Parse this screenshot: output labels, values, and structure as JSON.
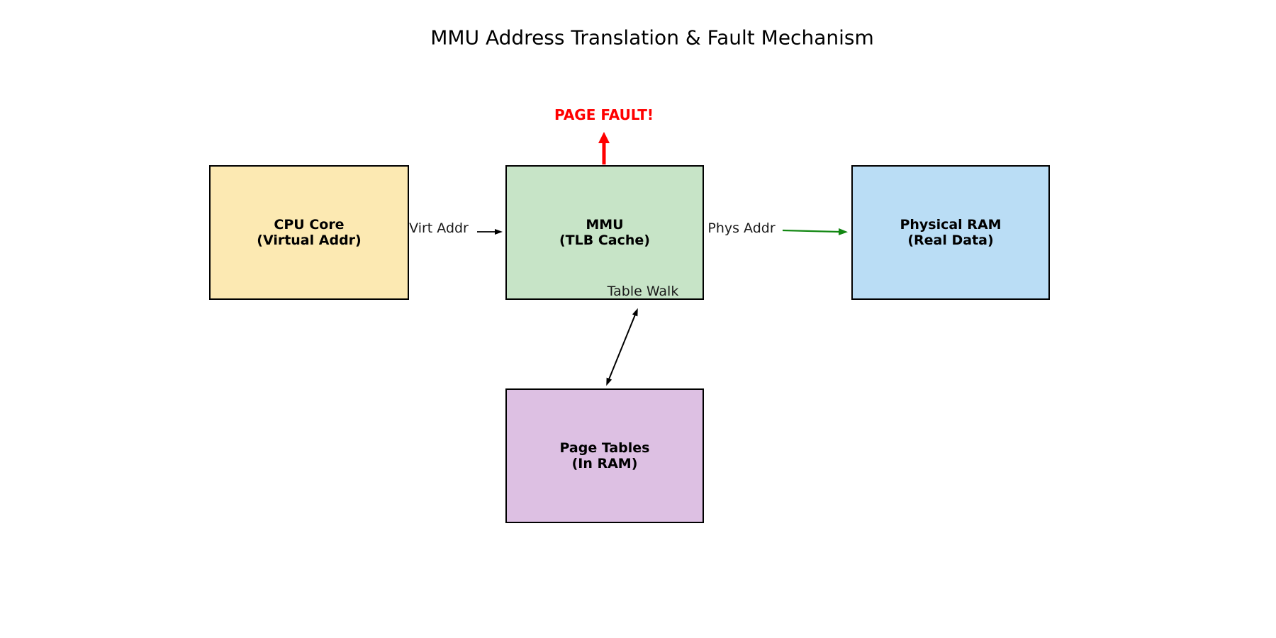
{
  "title": "MMU Address Translation & Fault Mechanism",
  "boxes": {
    "cpu": {
      "line1": "CPU Core",
      "line2": "(Virtual Addr)",
      "fill": "#FCE9B2"
    },
    "mmu": {
      "line1": "MMU",
      "line2": "(TLB Cache)",
      "fill": "#C7E4C7"
    },
    "ram": {
      "line1": "Physical RAM",
      "line2": "(Real Data)",
      "fill": "#BADDF5"
    },
    "page_tables": {
      "line1": "Page Tables",
      "line2": "(In RAM)",
      "fill": "#DDC0E3"
    }
  },
  "labels": {
    "virt_addr": "Virt Addr",
    "phys_addr": "Phys Addr",
    "page_fault": "PAGE FAULT!",
    "table_walk": "Table Walk"
  },
  "colors": {
    "box_border": "#000000",
    "arrow_black": "#000000",
    "arrow_green": "#128712",
    "arrow_red": "#FF0000",
    "fault_text": "#FF0000",
    "title_text": "#000000"
  }
}
